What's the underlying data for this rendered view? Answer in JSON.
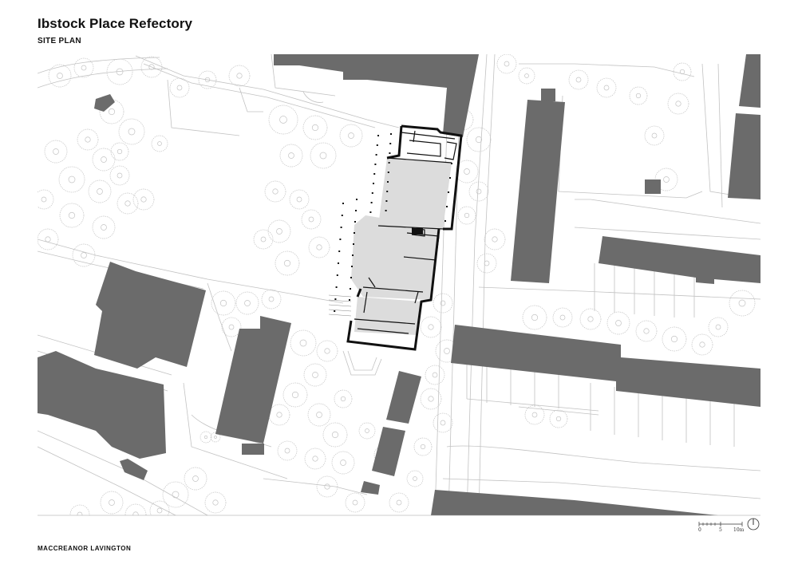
{
  "header": {
    "title": "Ibstock Place Refectory",
    "subtitle": "SITE PLAN"
  },
  "footer": {
    "practice": "MACCREANOR LAVINGTON"
  },
  "scale_bar": {
    "labels": [
      "0",
      "5",
      "10m"
    ]
  },
  "colors": {
    "building_fill": "#6b6b6b",
    "refectory_floor": "#dcdcdc",
    "linework": "#bdbdbd",
    "tree_stroke": "#c4c4c4",
    "wall": "#111111"
  }
}
